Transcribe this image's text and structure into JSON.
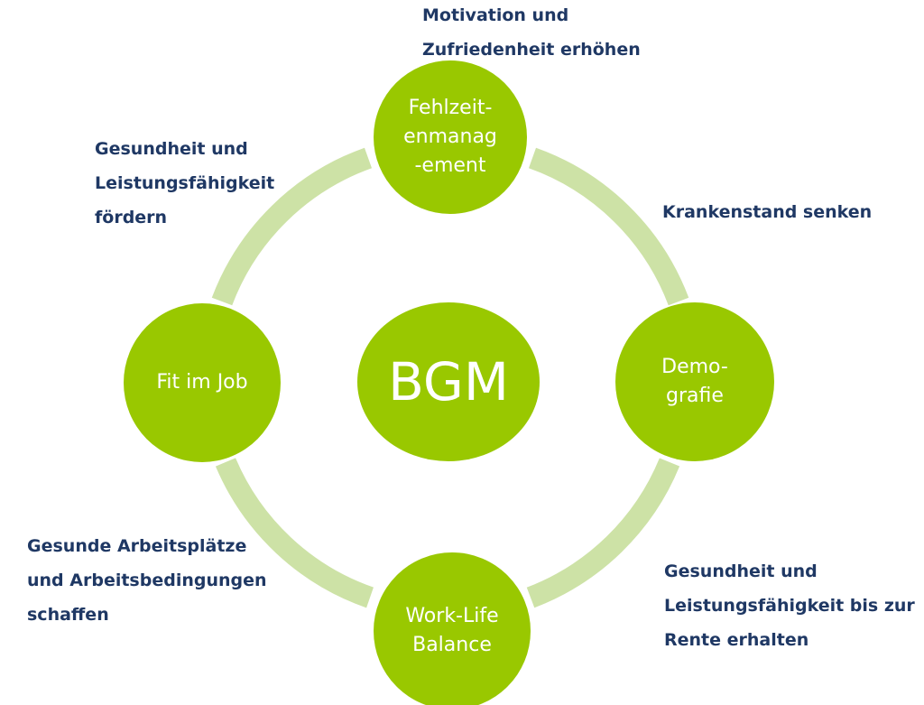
{
  "diagram": {
    "center": {
      "label": "BGM"
    },
    "nodes": {
      "top": {
        "label": "Fehlzeit-\nenmanag\n-ement"
      },
      "left": {
        "label": "Fit im Job"
      },
      "right": {
        "label": "Demo-\ngrafie"
      },
      "bottom": {
        "label": "Work-Life\nBalance"
      }
    },
    "goals": {
      "top": "Motivation und\nZufriedenheit erhöhen",
      "top_left": "Gesundheit und\nLeistungsfähigkeit\nfördern",
      "right": "Krankenstand senken",
      "bottom_left": "Gesunde Arbeitsplätze\nund Arbeitsbedingungen\nschaffen",
      "bottom_right": "Gesundheit und\nLeistungsfähigkeit bis zur\nRente erhalten"
    },
    "colors": {
      "node_fill": "#99c800",
      "ring": "#cde2a6",
      "goal_text": "#1f3864",
      "node_text": "#ffffff"
    }
  }
}
